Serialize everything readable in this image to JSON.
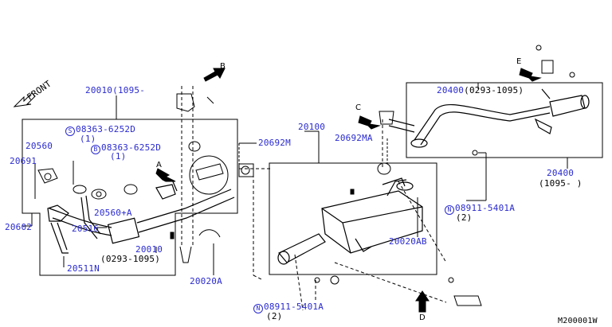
{
  "labels": {
    "front": "FRONT",
    "p20010_top": "20010",
    "p20010_top_range": "1095-",
    "p08363_a": "08363-6252D",
    "p08363_a_qty": "(1)",
    "p08363_a_prefix": "S",
    "p08363_b": "08363-6252D",
    "p08363_b_qty": "(1)",
    "p08363_b_prefix": "B",
    "p20560": "20560",
    "p20691": "20691",
    "p20560a": "20560+A",
    "p20516": "20516",
    "p20010_bottom": "20010",
    "p20010_bottom_range": "(0293-1095)",
    "p20602": "20602",
    "p20511n": "20511N",
    "p20692m": "20692M",
    "p20020a": "20020A",
    "p20100": "20100",
    "p20692ma": "20692MA",
    "p20020ab": "20020AB",
    "p08911_bottom": "08911-5401A",
    "p08911_bottom_qty": "(2)",
    "p08911_bottom_prefix": "N",
    "p08911_right": "08911-5401A",
    "p08911_right_qty": "(2)",
    "p08911_right_prefix": "N",
    "p20400_top": "20400",
    "p20400_top_range": "(0293-1095)",
    "p20400_bottom": "20400",
    "p20400_bottom_range": "(1095-   )",
    "view_a": "A",
    "view_b": "B",
    "view_c": "C",
    "view_d": "D",
    "view_e": "E",
    "diagram_code": "M200001W"
  },
  "colors": {
    "label": "#2a2ad0",
    "line": "#000000"
  }
}
